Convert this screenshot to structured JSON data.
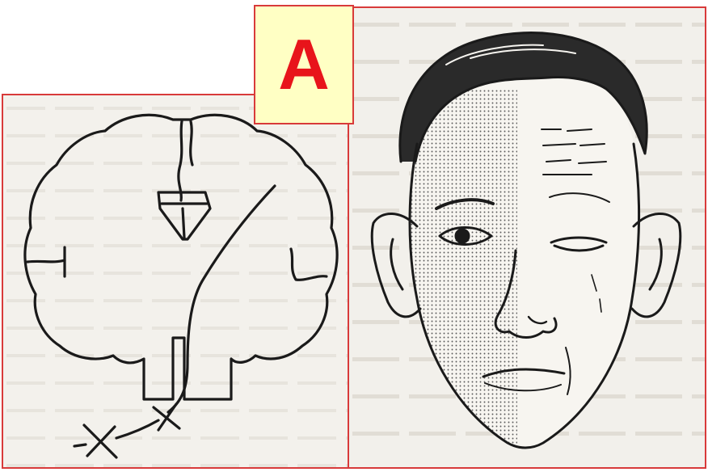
{
  "label": {
    "text": "A",
    "color": "#e8141b",
    "background": "#ffffc4"
  },
  "colors": {
    "panel_border": "#d83a3a",
    "ink": "#1a1a1a",
    "paper": "#f2f0eb"
  },
  "figures": [
    {
      "id": "brain",
      "icon": "brain-coronal-section-with-lesion-marks"
    },
    {
      "id": "face",
      "icon": "face-with-half-shaded-drooping-side"
    }
  ]
}
